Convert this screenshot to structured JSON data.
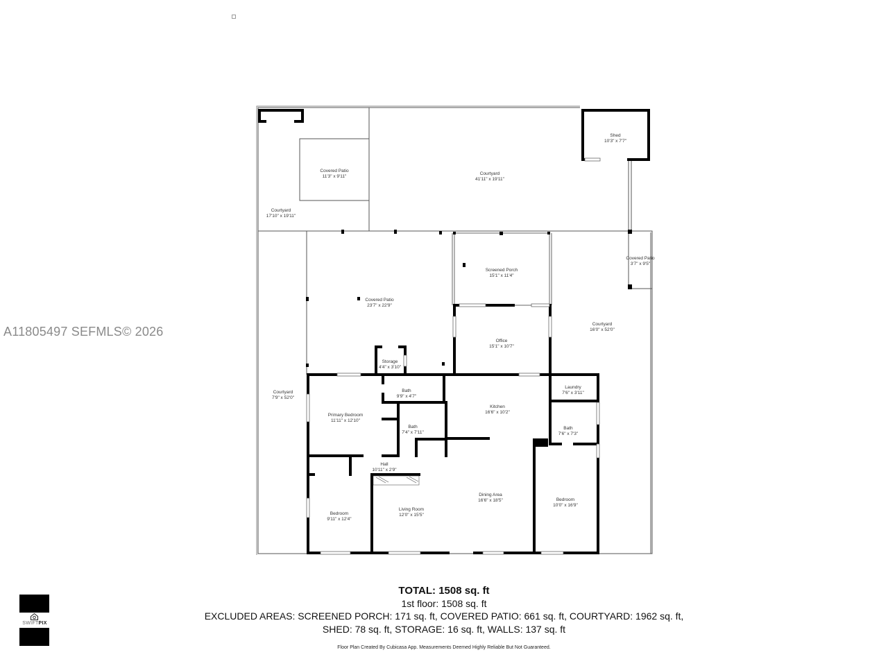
{
  "watermark": {
    "text": "A11805497  SEFMLS© 2026",
    "color": "#8a8a8a"
  },
  "rooms": [
    {
      "id": "courtyard-nw",
      "name": "Courtyard",
      "dims": "17'10\" x 19'11\""
    },
    {
      "id": "covered-patio-small",
      "name": "Covered Patio",
      "dims": "11'3\" x 9'11\""
    },
    {
      "id": "courtyard-north",
      "name": "Courtyard",
      "dims": "41'11\" x 19'11\""
    },
    {
      "id": "shed",
      "name": "Shed",
      "dims": "10'3\" x 7'7\""
    },
    {
      "id": "covered-patio-large",
      "name": "Covered Patio",
      "dims": "23'7\" x 22'9\""
    },
    {
      "id": "screened-porch",
      "name": "Screened Porch",
      "dims": "15'1\" x 11'4\""
    },
    {
      "id": "covered-patio-east",
      "name": "Covered Patio",
      "dims": "3'7\" x 9'5\""
    },
    {
      "id": "office",
      "name": "Office",
      "dims": "15'1\" x 10'7\""
    },
    {
      "id": "courtyard-east",
      "name": "Courtyard",
      "dims": "16'0\" x 52'0\""
    },
    {
      "id": "storage",
      "name": "Storage",
      "dims": "4'4\" x 3'10\""
    },
    {
      "id": "courtyard-west",
      "name": "Courtyard",
      "dims": "7'9\" x 52'0\""
    },
    {
      "id": "bath-1",
      "name": "Bath",
      "dims": "9'9\" x 4'7\""
    },
    {
      "id": "primary-bedroom",
      "name": "Primary Bedroom",
      "dims": "11'11\" x 12'10\""
    },
    {
      "id": "bath-2",
      "name": "Bath",
      "dims": "7'4\" x 7'11\""
    },
    {
      "id": "kitchen",
      "name": "Kitchen",
      "dims": "16'6\" x 10'2\""
    },
    {
      "id": "laundry",
      "name": "Laundry",
      "dims": "7'6\" x 3'11\""
    },
    {
      "id": "bath-3",
      "name": "Bath",
      "dims": "7'6\" x 7'3\""
    },
    {
      "id": "hall",
      "name": "Hall",
      "dims": "10'11\" x 2'9\""
    },
    {
      "id": "bedroom-1",
      "name": "Bedroom",
      "dims": "9'11\" x 12'4\""
    },
    {
      "id": "living-room",
      "name": "Living Room",
      "dims": "12'0\" x 15'5\""
    },
    {
      "id": "dining-area",
      "name": "Dining Area",
      "dims": "16'6\" x 18'5\""
    },
    {
      "id": "bedroom-2",
      "name": "Bedroom",
      "dims": "10'0\" x 16'9\""
    }
  ],
  "summary": {
    "total": "TOTAL: 1508 sq. ft",
    "floor": "1st floor: 1508 sq. ft",
    "excluded_line1": "EXCLUDED AREAS: SCREENED PORCH: 171 sq. ft, COVERED PATIO: 661 sq. ft, COURTYARD: 1962 sq. ft,",
    "excluded_line2": "SHED: 78 sq. ft, STORAGE: 16 sq. ft, WALLS: 137 sq. ft",
    "credit": "Floor Plan Created By Cubicasa App. Measurements Deemed Highly Reliable But Not Guaranteed.",
    "areas": {
      "total_sqft": 1508,
      "first_floor_sqft": 1508,
      "screened_porch_sqft": 171,
      "covered_patio_sqft": 661,
      "courtyard_sqft": 1962,
      "shed_sqft": 78,
      "storage_sqft": 16,
      "walls_sqft": 137
    }
  },
  "logo": {
    "brand_light": "SWIFT",
    "brand_bold": "PIX"
  }
}
